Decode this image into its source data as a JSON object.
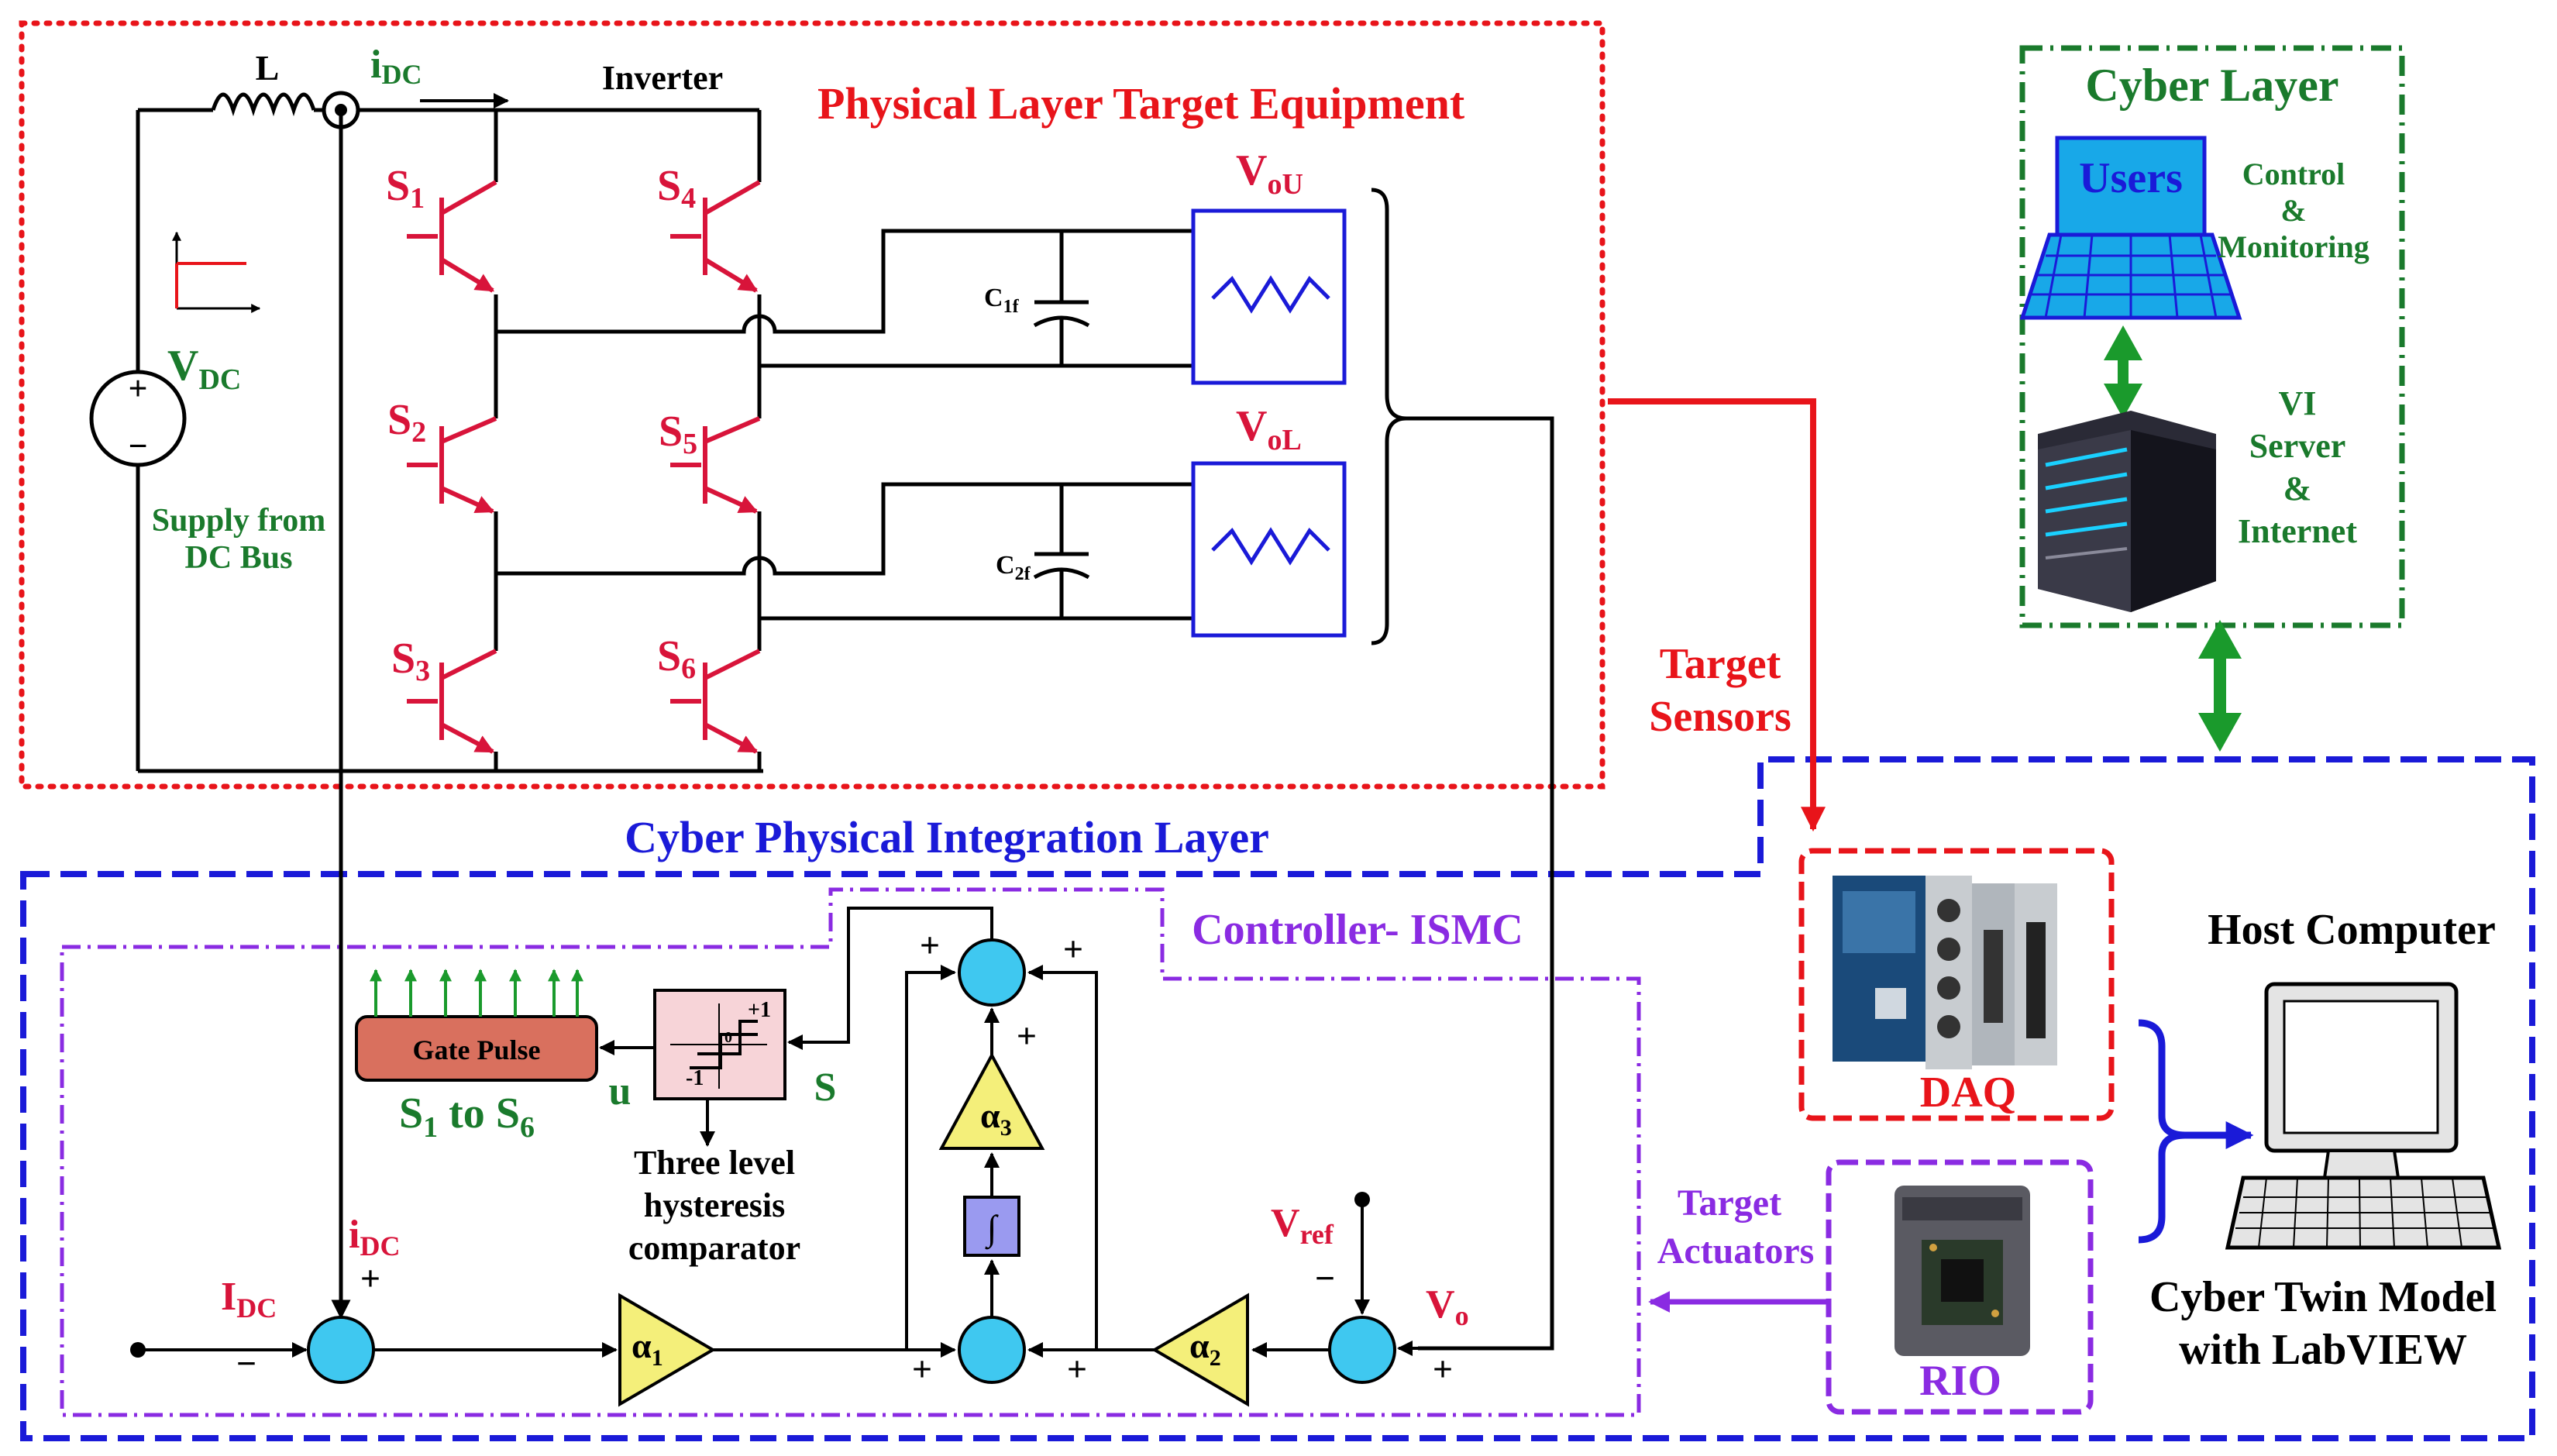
{
  "layers": {
    "physical": "Physical Layer Target Equipment",
    "cyber": "Cyber Layer",
    "integration": "Cyber Physical Integration Layer",
    "controller": "Controller- ISMC"
  },
  "circuit": {
    "inductor": "L",
    "current_main": "i",
    "current_sub": "DC",
    "inverter": "Inverter",
    "source_main": "V",
    "source_sub": "DC",
    "source_plus": "+",
    "source_minus": "−",
    "supply_line1": "Supply from",
    "supply_line2": "DC Bus",
    "switches": [
      {
        "main": "S",
        "sub": "1"
      },
      {
        "main": "S",
        "sub": "2"
      },
      {
        "main": "S",
        "sub": "3"
      },
      {
        "main": "S",
        "sub": "4"
      },
      {
        "main": "S",
        "sub": "5"
      },
      {
        "main": "S",
        "sub": "6"
      }
    ],
    "cap1_main": "C",
    "cap1_sub": "1f",
    "cap2_main": "C",
    "cap2_sub": "2f",
    "vou_main": "V",
    "vou_sub": "oU",
    "vol_main": "V",
    "vol_sub": "oL"
  },
  "cyber": {
    "users": "Users",
    "control1": "Control",
    "control2": "&",
    "control3": "Monitoring",
    "vi1": "VI",
    "vi2": "Server",
    "vi3": "&",
    "vi4": "Internet"
  },
  "links": {
    "sensors1": "Target",
    "sensors2": "Sensors",
    "actuators1": "Target",
    "actuators2": "Actuators"
  },
  "hardware": {
    "daq": "DAQ",
    "rio": "RIO",
    "host": "Host Computer",
    "twin1": "Cyber Twin Model",
    "twin2": "with LabVIEW"
  },
  "controller": {
    "gate_pulse": "Gate Pulse",
    "s_main": "S",
    "s_sub1": "1",
    "s_to": "to",
    "s_main2": "S",
    "s_sub2": "6",
    "u": "u",
    "s_signal": "S",
    "hyst_plus": "+1",
    "hyst_minus": "-1",
    "hyst_zero": "0",
    "comp1": "Three level",
    "comp2": "hysteresis",
    "comp3": "comparator",
    "idc_ref_main": "I",
    "idc_ref_sub": "DC",
    "idc_fb_main": "i",
    "idc_fb_sub": "DC",
    "vref_main": "V",
    "vref_sub": "ref",
    "vo_main": "V",
    "vo_sub": "o",
    "alpha1_main": "α",
    "alpha1_sub": "1",
    "alpha2_main": "α",
    "alpha2_sub": "2",
    "alpha3_main": "α",
    "alpha3_sub": "3",
    "integral": "∫",
    "plus": "+",
    "minus": "−"
  },
  "colors": {
    "red": "#e8141a",
    "green": "#1a7a2c",
    "blue": "#1a1ad8",
    "purple": "#8a2be2",
    "switch": "#d8143a",
    "sum": "#3fc8f0",
    "gain": "#f4ef7a",
    "gate": "#d9705e"
  }
}
